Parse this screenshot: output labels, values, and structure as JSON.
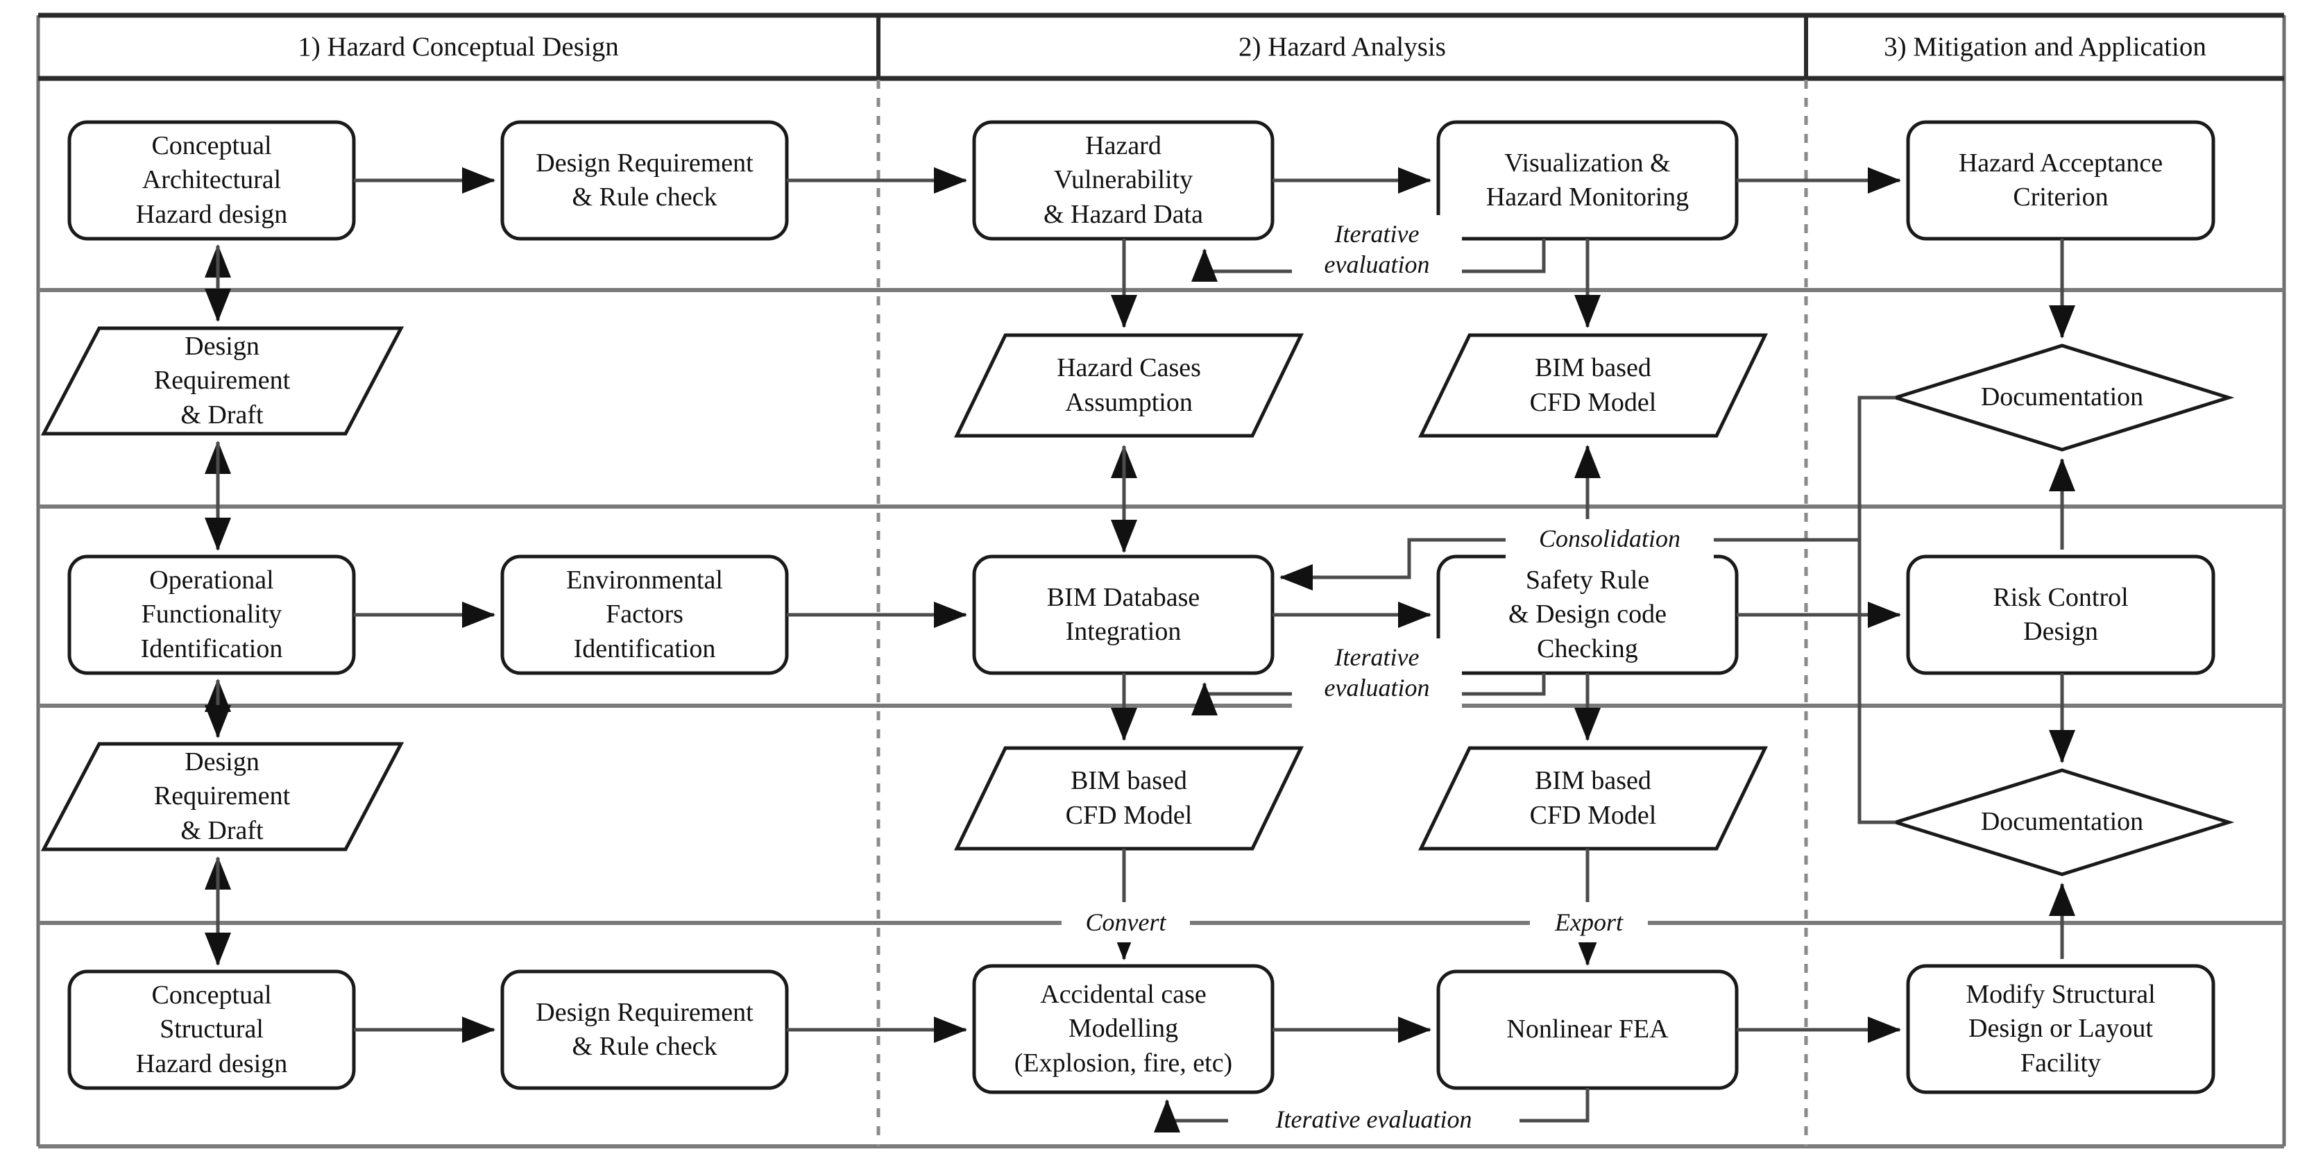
{
  "diagram": {
    "title_row": {
      "phases": [
        {
          "id": "phase-1",
          "label": "1) Hazard Conceptual Design"
        },
        {
          "id": "phase-2",
          "label": "2) Hazard Analysis"
        },
        {
          "id": "phase-3",
          "label": "3) Mitigation and Application"
        }
      ]
    },
    "nodes": {
      "r1c1": {
        "label": "Conceptual\nArchitectural\nHazard design",
        "shape": "rounded-rect"
      },
      "r1c2": {
        "label": "Design Requirement\n& Rule check",
        "shape": "rounded-rect"
      },
      "r1c3": {
        "label": "Hazard\nVulnerability\n& Hazard Data",
        "shape": "rounded-rect"
      },
      "r1c4": {
        "label": "Visualization &\nHazard Monitoring",
        "shape": "rounded-rect"
      },
      "r1c5": {
        "label": "Hazard Acceptance\nCriterion",
        "shape": "rounded-rect"
      },
      "r2c1": {
        "label": "Design\nRequirement\n& Draft",
        "shape": "parallelogram"
      },
      "r2c3": {
        "label": "Hazard Cases\nAssumption",
        "shape": "parallelogram"
      },
      "r2c4": {
        "label": "BIM based\nCFD Model",
        "shape": "parallelogram"
      },
      "r2c5": {
        "label": "Documentation",
        "shape": "diamond"
      },
      "r3c1": {
        "label": "Operational\nFunctionality\nIdentification",
        "shape": "rounded-rect"
      },
      "r3c2": {
        "label": "Environmental\nFactors\nIdentification",
        "shape": "rounded-rect"
      },
      "r3c3": {
        "label": "BIM Database\nIntegration",
        "shape": "rounded-rect"
      },
      "r3c4": {
        "label": "Safety Rule\n& Design code\nChecking",
        "shape": "rounded-rect"
      },
      "r3c5": {
        "label": "Risk Control\nDesign",
        "shape": "rounded-rect"
      },
      "r4c1": {
        "label": "Design\nRequirement\n& Draft",
        "shape": "parallelogram"
      },
      "r4c3": {
        "label": "BIM based\nCFD Model",
        "shape": "parallelogram"
      },
      "r4c4": {
        "label": "BIM based\nCFD Model",
        "shape": "parallelogram"
      },
      "r4c5": {
        "label": "Documentation",
        "shape": "diamond"
      },
      "r5c1": {
        "label": "Conceptual\nStructural\nHazard design",
        "shape": "rounded-rect"
      },
      "r5c2": {
        "label": "Design Requirement\n& Rule check",
        "shape": "rounded-rect"
      },
      "r5c3": {
        "label": "Accidental case\nModelling\n(Explosion, fire, etc)",
        "shape": "rounded-rect"
      },
      "r5c4": {
        "label": "Nonlinear FEA",
        "shape": "rounded-rect"
      },
      "r5c5": {
        "label": "Modify Structural\nDesign or Layout\nFacility",
        "shape": "rounded-rect"
      }
    },
    "edge_labels": {
      "iter1": "Iterative\nevaluation",
      "consolidation": "Consolidation",
      "iter2": "Iterative\nevaluation",
      "convert": "Convert",
      "export": "Export",
      "iter3": "Iterative evaluation"
    },
    "colors": {
      "stroke": "#1a1a1a",
      "grid_line": "#7a7a7a",
      "divider_dash": "#8a8a8a",
      "background": "#ffffff",
      "text": "#111111"
    }
  }
}
